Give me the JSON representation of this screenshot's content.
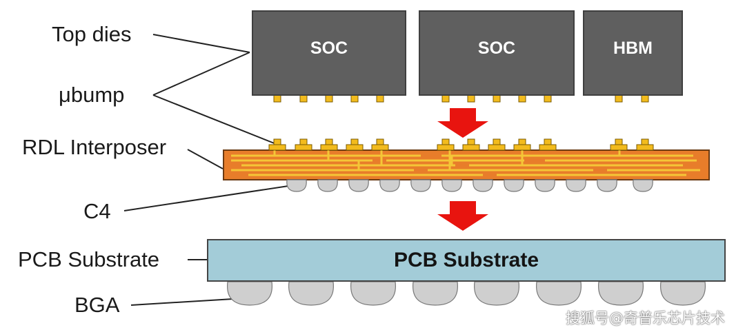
{
  "labels": {
    "top_dies": "Top dies",
    "ubump": "μbump",
    "rdl_interposer": "RDL Interposer",
    "c4": "C4",
    "pcb_substrate": "PCB Substrate",
    "bga": "BGA"
  },
  "dies": [
    {
      "name": "SOC"
    },
    {
      "name": "SOC"
    },
    {
      "name": "HBM"
    }
  ],
  "pcb": {
    "name": "PCB Substrate"
  },
  "watermark": "搜狐号@奇普乐芯片技术",
  "colors": {
    "die": "#5f5f5f",
    "bump_pad": "#e0e0e0",
    "bump": "#f2bb1d",
    "interposer": "#e87d2a",
    "interposer_traces": "#f5c637",
    "c4": "#cfcfcf",
    "pcb": "#a3ccd8",
    "bga": "#cfcfcf",
    "arrow": "#e8140f"
  }
}
